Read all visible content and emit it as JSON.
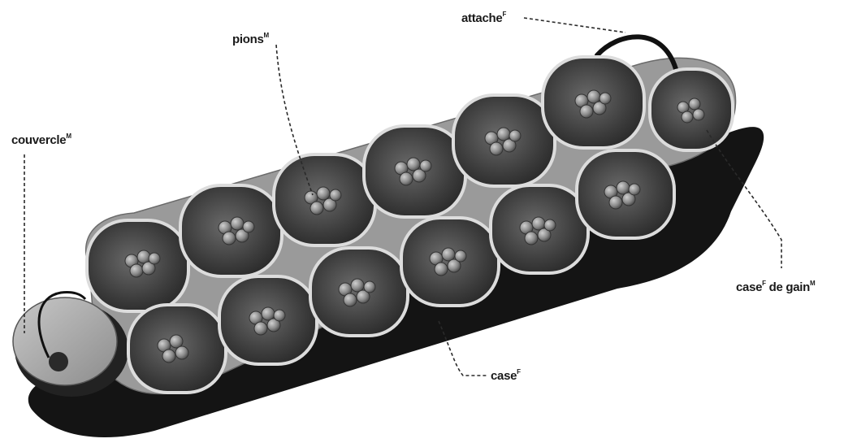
{
  "colors": {
    "board": "#9a9a9a",
    "shadow": "#141414",
    "pit_rim": "#dcdcdc",
    "pit_dark": "#3a3a3a",
    "seed": "#8c8c8c"
  },
  "labels": {
    "couvercle": {
      "text": "couvercle",
      "sup": "M"
    },
    "pions": {
      "text": "pions",
      "sup": "M"
    },
    "attache": {
      "text": "attache",
      "sup": "F"
    },
    "case_de_gain": {
      "text": "case",
      "sup1": "F",
      "text2": " de gain",
      "sup2": "M"
    },
    "case": {
      "text": "case",
      "sup": "F"
    }
  }
}
